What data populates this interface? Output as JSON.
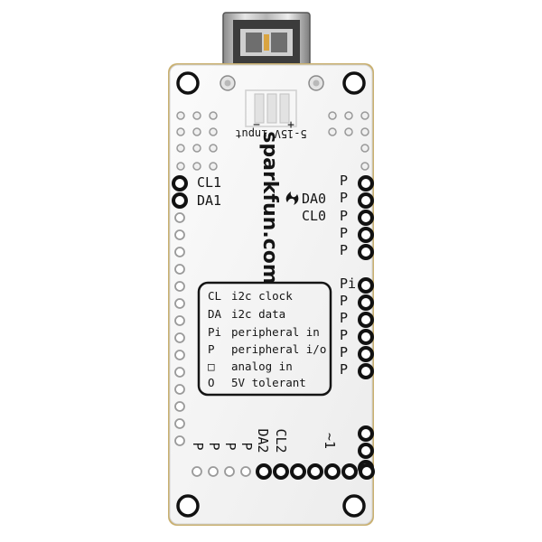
{
  "board": {
    "logo_text": "sparkfun.com",
    "power_label": "5-15V input",
    "power_minus": "−",
    "power_plus": "+",
    "pin_cl1": "CL1",
    "pin_da1": "DA1",
    "pin_da0": "DA0",
    "pin_cl0": "CL0",
    "right_column_labels": [
      "P",
      "P",
      "P",
      "P",
      "P",
      "Pi",
      "P",
      "P",
      "P",
      "P",
      "P"
    ],
    "bottom_labels": {
      "cl2": "CL2",
      "da2": "DA2",
      "p1": "P",
      "p2": "P",
      "p3": "P",
      "p4": "P",
      "tilde": "~1"
    },
    "legend": [
      {
        "key": "CL",
        "text": "i2c clock"
      },
      {
        "key": "DA",
        "text": "i2c data"
      },
      {
        "key": "Pi",
        "text": "peripheral in"
      },
      {
        "key": "P",
        "text": "peripheral i/o"
      },
      {
        "key": "□",
        "text": "analog in"
      },
      {
        "key": "O",
        "text": "5V tolerant"
      }
    ]
  }
}
